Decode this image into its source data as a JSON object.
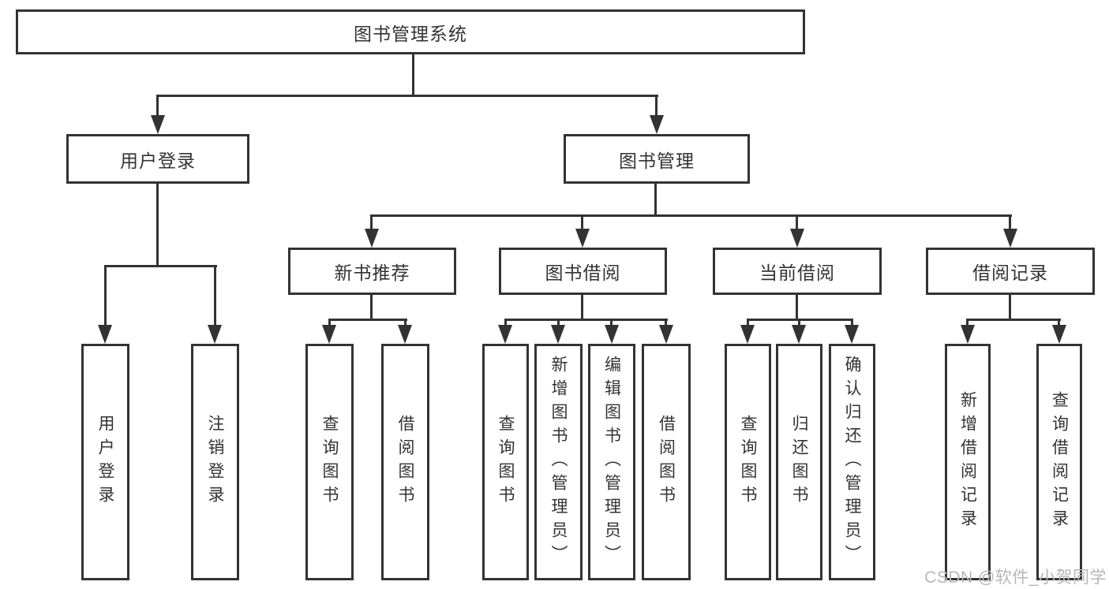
{
  "tree": {
    "root": "图书管理系统",
    "branches": [
      {
        "label": "用户登录",
        "children": [
          "用户登录",
          "注销登录"
        ]
      },
      {
        "label": "图书管理",
        "groups": [
          {
            "label": "新书推荐",
            "children": [
              "查询图书",
              "借阅图书"
            ]
          },
          {
            "label": "图书借阅",
            "children": [
              "查询图书",
              "新增图书（管理员）",
              "编辑图书（管理员）",
              "借阅图书"
            ]
          },
          {
            "label": "当前借阅",
            "children": [
              "查询图书",
              "归还图书",
              "确认归还（管理员）"
            ]
          },
          {
            "label": "借阅记录",
            "children": [
              "新增借阅记录",
              "查询借阅记录"
            ]
          }
        ]
      }
    ]
  },
  "watermark": {
    "text": "CSDN @软件_小贺同学"
  },
  "colors": {
    "line": "#333333",
    "text": "#333333",
    "background": "#ffffff",
    "watermark": "#b4b7bc"
  }
}
